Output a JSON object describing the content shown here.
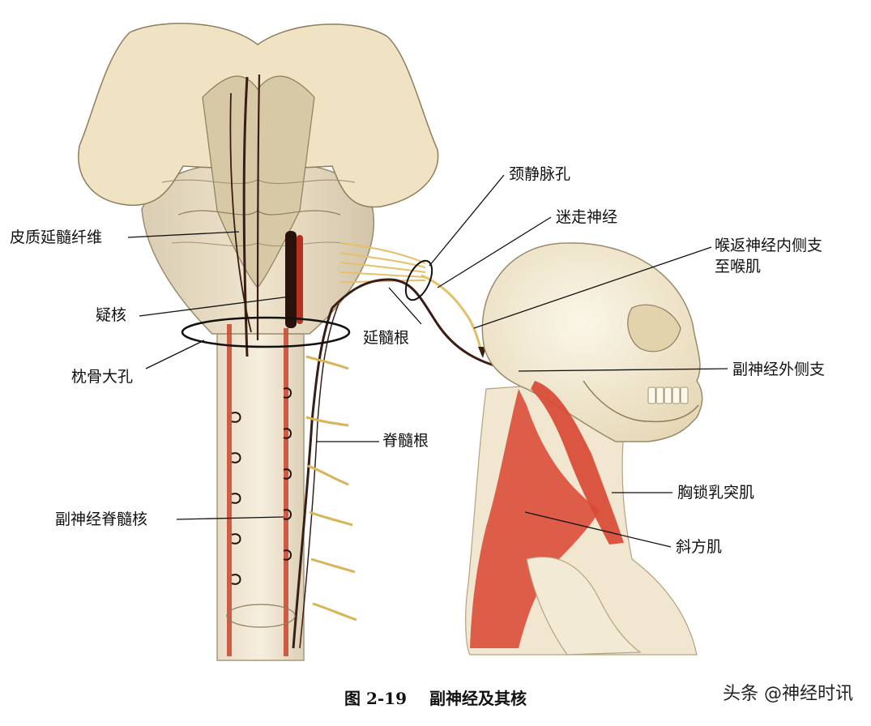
{
  "labels": {
    "corticobulbar_fibers": "皮质延髓纤维",
    "nucleus_ambiguus": "疑核",
    "foramen_magnum": "枕骨大孔",
    "spinal_accessory_nucleus": "副神经脊髓核",
    "jugular_foramen": "颈静脉孔",
    "vagus_nerve": "迷走神经",
    "recurrent_laryngeal_branch_line1": "喉返神经内侧支",
    "recurrent_laryngeal_branch_line2": "至喉肌",
    "cranial_root": "延髓根",
    "accessory_lateral_branch": "副神经外侧支",
    "spinal_root": "脊髓根",
    "sternocleidomastoid": "胸锁乳突肌",
    "trapezius": "斜方肌"
  },
  "caption": {
    "figure_number": "图 2-19",
    "title": "副神经及其核"
  },
  "watermark": "头条 @神经时讯",
  "colors": {
    "bone": "#f0e4c4",
    "tissue": "#e7dcc6",
    "muscle": "#d94a35",
    "nerve_dark": "#3a1d14",
    "nerve_yellow": "#e4c066",
    "nucleus_red": "#b8311f"
  }
}
